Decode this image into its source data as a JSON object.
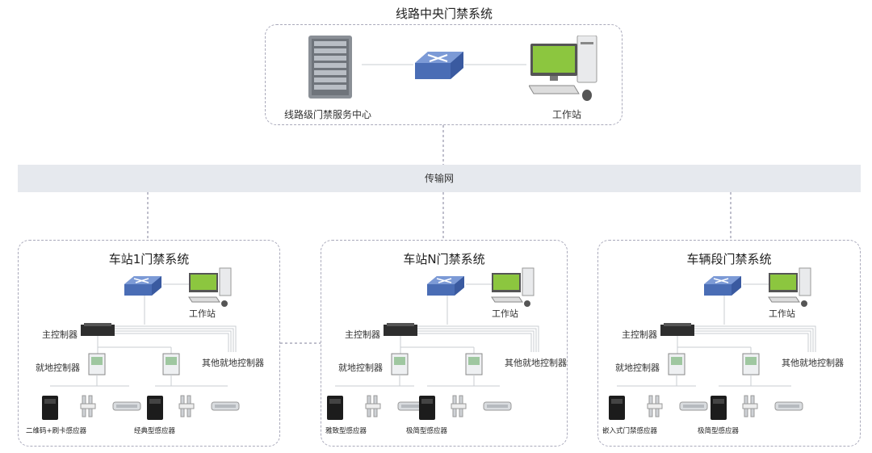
{
  "line": {
    "title": "线路中央门禁系统",
    "server_label": "线路级门禁服务中心",
    "workstation_label": "工作站"
  },
  "network": {
    "label": "传输网"
  },
  "stations": [
    {
      "title": "车站1门禁系统",
      "workstation_label": "工作站",
      "main_controller_label": "主控制器",
      "local_controller_label": "就地控制器",
      "other_controller_label": "其他就地控制器",
      "reader_left_label": "二维码+刷卡感应器",
      "reader_right_label": "经典型感应器"
    },
    {
      "title": "车站N门禁系统",
      "workstation_label": "工作站",
      "main_controller_label": "主控制器",
      "local_controller_label": "就地控制器",
      "other_controller_label": "其他就地控制器",
      "reader_left_label": "雅致型感应器",
      "reader_right_label": "极简型感应器"
    },
    {
      "title": "车辆段门禁系统",
      "workstation_label": "工作站",
      "main_controller_label": "主控制器",
      "local_controller_label": "就地控制器",
      "other_controller_label": "其他就地控制器",
      "reader_left_label": "嵌入式门禁感应器",
      "reader_right_label": "极简型感应器"
    }
  ],
  "colors": {
    "accent_screen": "#8cc63f",
    "switch_blue": "#5b7fc7",
    "dash_border": "#aab0bb",
    "band_bg": "#e6e9ee"
  }
}
